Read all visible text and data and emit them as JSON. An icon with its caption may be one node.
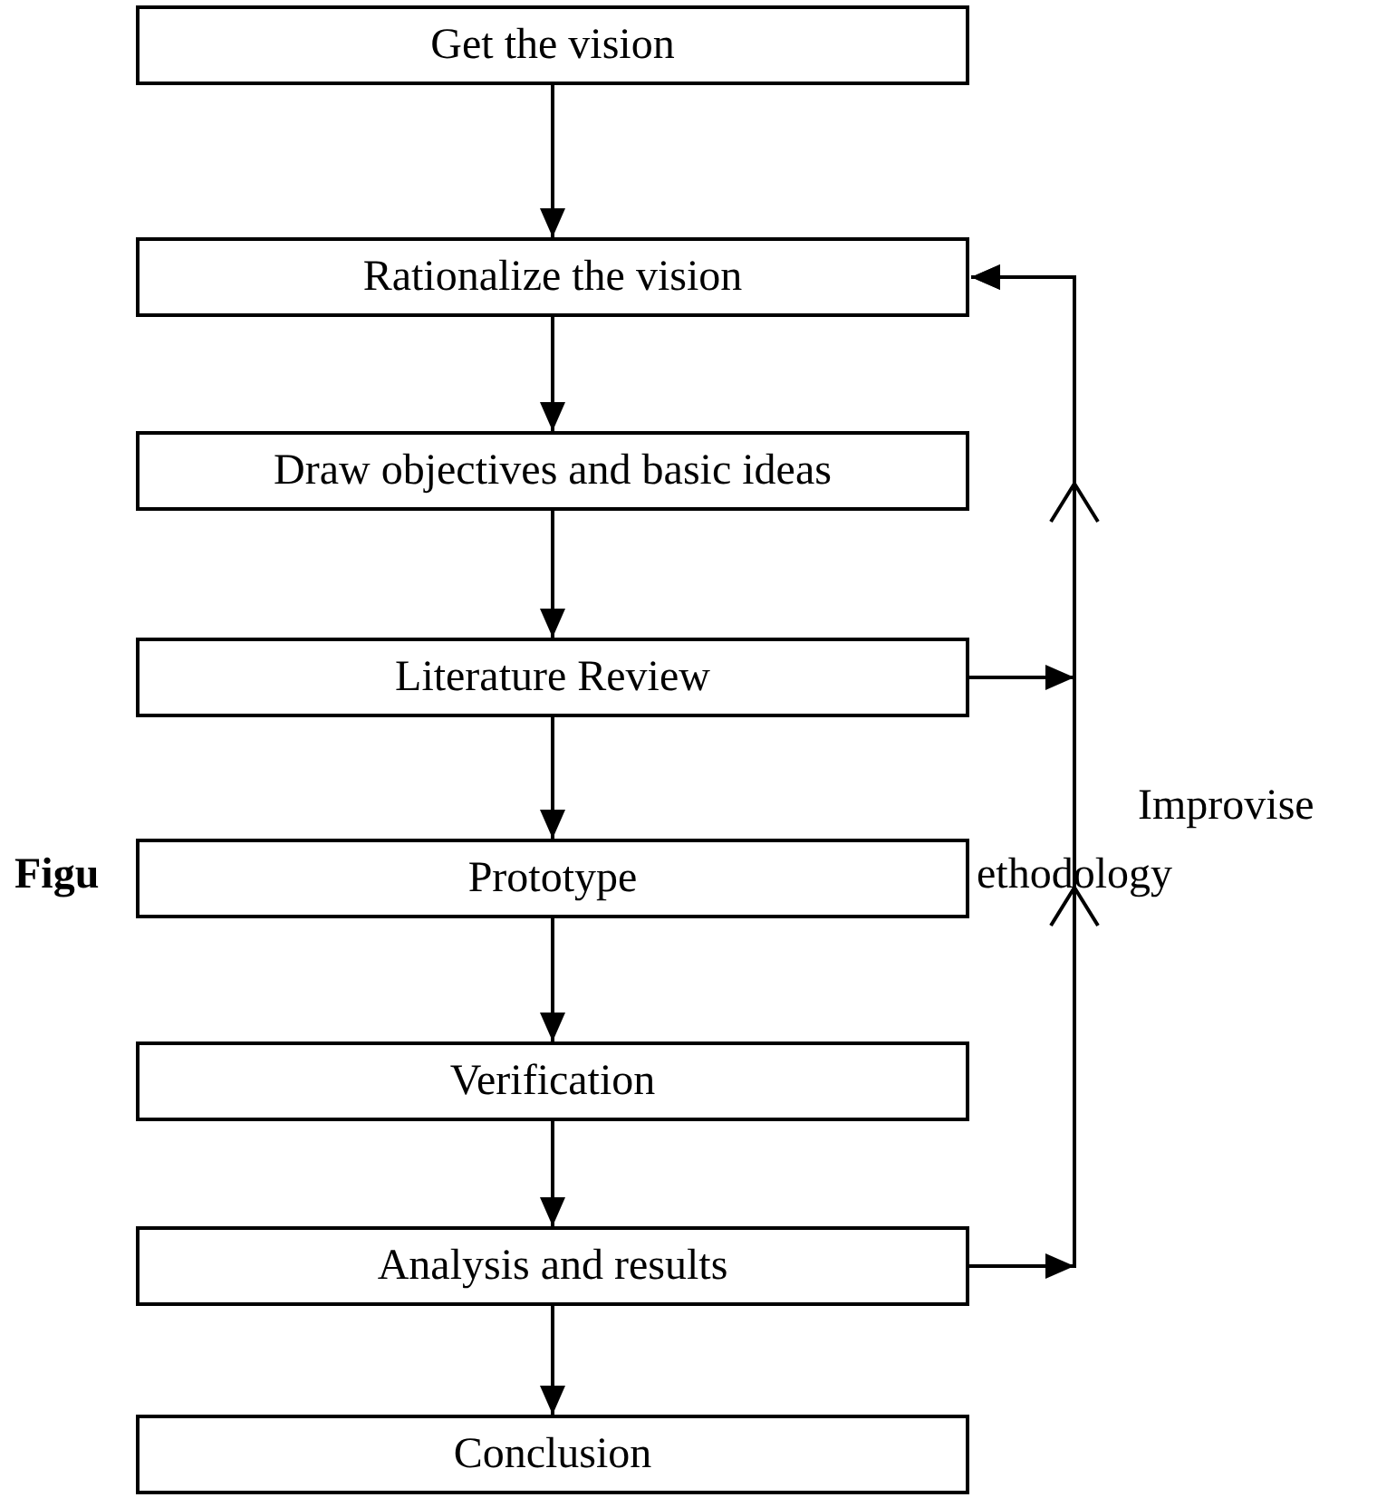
{
  "diagram": {
    "nodes": [
      {
        "text": [
          "Get the vision"
        ]
      },
      {
        "text": [
          "Rationalize the vision"
        ]
      },
      {
        "text": [
          "Draw objectives and basic ideas"
        ]
      },
      {
        "text": [
          "Literature Review"
        ]
      },
      {
        "text": [
          "Prototype"
        ]
      },
      {
        "text": [
          "Verification"
        ]
      },
      {
        "text": [
          "Analysis and results"
        ]
      },
      {
        "text": [
          "Conclusion"
        ]
      }
    ],
    "edges": [
      {
        "from": 0,
        "to": 1,
        "arrow": "to"
      },
      {
        "from": 1,
        "to": 2,
        "arrow": "to"
      },
      {
        "from": 2,
        "to": 3,
        "arrow": "to"
      },
      {
        "from": 3,
        "to": 4,
        "arrow": "to"
      },
      {
        "from": 4,
        "to": 5,
        "arrow": "to"
      },
      {
        "from": 5,
        "to": 6,
        "arrow": "to"
      },
      {
        "from": 6,
        "to": 7,
        "arrow": "to"
      },
      {
        "from": 3,
        "to": 1,
        "arrow": "to"
      },
      {
        "from": 6,
        "to": 1,
        "arrow": "to"
      }
    ],
    "labels": [
      "Improvise",
      "Figu",
      "ethodology"
    ]
  }
}
